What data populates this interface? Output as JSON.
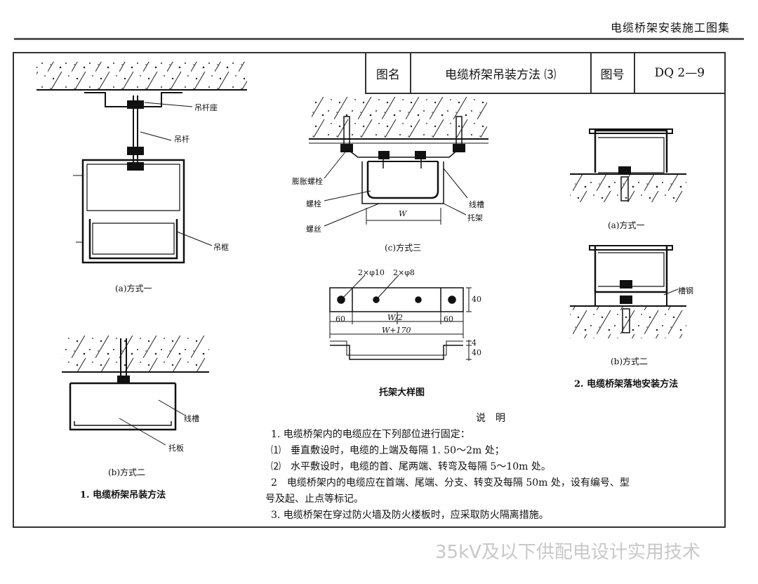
{
  "header": {
    "title": "电缆桥架安装施工图集"
  },
  "titleblock": {
    "name_label": "图名",
    "name_value": "电缆桥架吊装方法 ⑶",
    "number_label": "图号",
    "number_value": "DQ 2—9"
  },
  "hanging": {
    "a": {
      "labels": {
        "rod_seat": "吊杆座",
        "rod": "吊杆",
        "frame": "吊框"
      },
      "caption": "(a)方式一"
    },
    "b": {
      "labels": {
        "trough": "线槽",
        "plate": "托板"
      },
      "caption": "(b)方式二"
    },
    "c": {
      "labels": {
        "expansion_bolt": "膨胀螺栓",
        "bolt": "螺栓",
        "screw": "螺丝",
        "trough": "线槽",
        "bracket": "托架",
        "width": "W"
      },
      "caption": "(c)方式三"
    },
    "section_title": "1. 电缆桥架吊装方法"
  },
  "bracket_detail": {
    "title": "托架大样图",
    "dims": {
      "holes1": "2×φ10",
      "holes2": "2×φ8",
      "left": "60",
      "half": "W/2",
      "right": "60",
      "total": "W+170",
      "h1": "40",
      "h2": "4",
      "h3": "40"
    }
  },
  "floor": {
    "a": {
      "caption": "(a)方式一"
    },
    "b": {
      "labels": {
        "channel_steel": "槽钢"
      },
      "caption": "(b)方式二"
    },
    "section_title": "2. 电缆桥架落地安装方法"
  },
  "notes": {
    "title": "说　明",
    "lines": [
      "1. 电缆桥架内的电缆应在下列部位进行固定：",
      "⑴　垂直敷设时，电缆的上端及每隔 1. 50～2m 处；",
      "⑵　水平敷设时，电缆的首、尾两端、转弯及每隔 5～10m 处。",
      "2　电缆桥架内的电缆应在首端、尾端、分支、转变及每隔 50m 处，设有编号、型",
      "号及起、止点等标记。",
      "3. 电缆桥架在穿过防火墙及防火楼板时，应采取防火隔离措施。"
    ]
  },
  "watermark": "35kV及以下供配电设计实用技术"
}
